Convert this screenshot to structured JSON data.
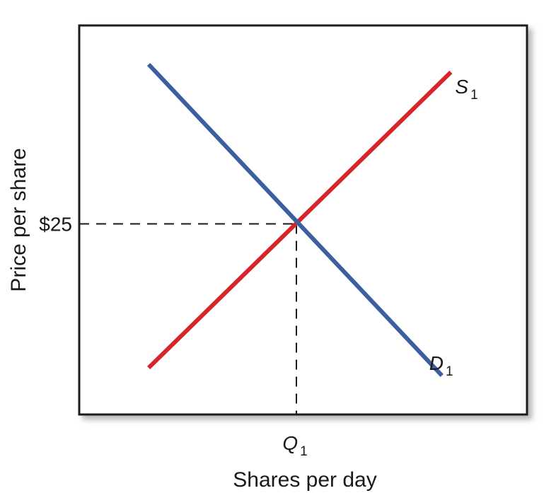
{
  "chart_data": {
    "type": "line",
    "title": "",
    "xlabel": "Shares per day",
    "ylabel": "Price per share",
    "xlim": [
      0,
      10
    ],
    "ylim": [
      0,
      10
    ],
    "grid": false,
    "legend": "none",
    "series": [
      {
        "name": "S1",
        "label_main": "S",
        "label_sub": "1",
        "color": "#d7262b",
        "x": [
          1.55,
          8.3
        ],
        "y": [
          1.2,
          8.8
        ]
      },
      {
        "name": "D1",
        "label_main": "D",
        "label_sub": "1",
        "color": "#3c5fa0",
        "x": [
          1.55,
          8.1
        ],
        "y": [
          9.0,
          1.0
        ]
      }
    ],
    "equilibrium": {
      "x": 4.85,
      "y": 4.9,
      "x_tick_main": "Q",
      "x_tick_sub": "1",
      "y_tick": "$25"
    }
  }
}
